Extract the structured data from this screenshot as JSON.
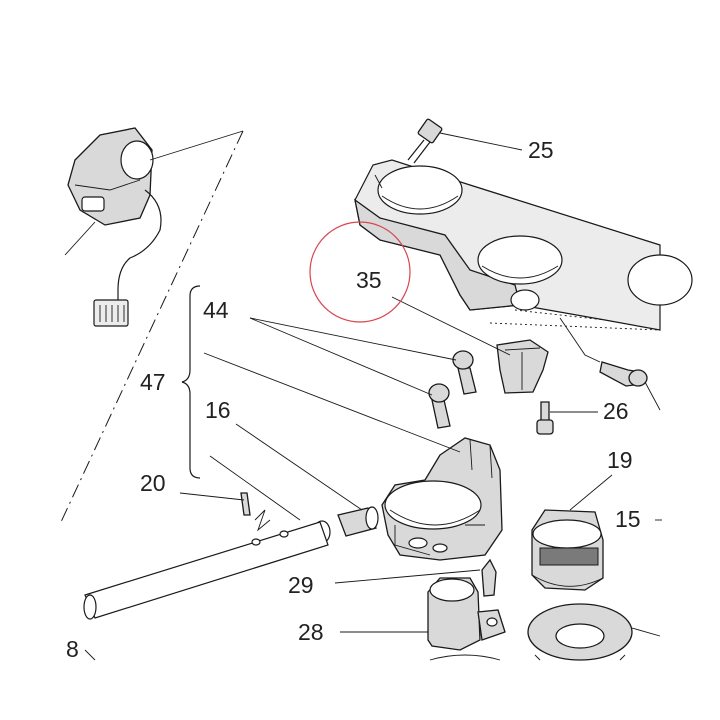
{
  "callouts": {
    "c25": "25",
    "c35": "35",
    "c44": "44",
    "c47": "47",
    "c16": "16",
    "c26": "26",
    "c19": "19",
    "c15": "15",
    "c20": "20",
    "c29": "29",
    "c28": "28",
    "c8": "8"
  },
  "highlight_color": "#d9444f"
}
